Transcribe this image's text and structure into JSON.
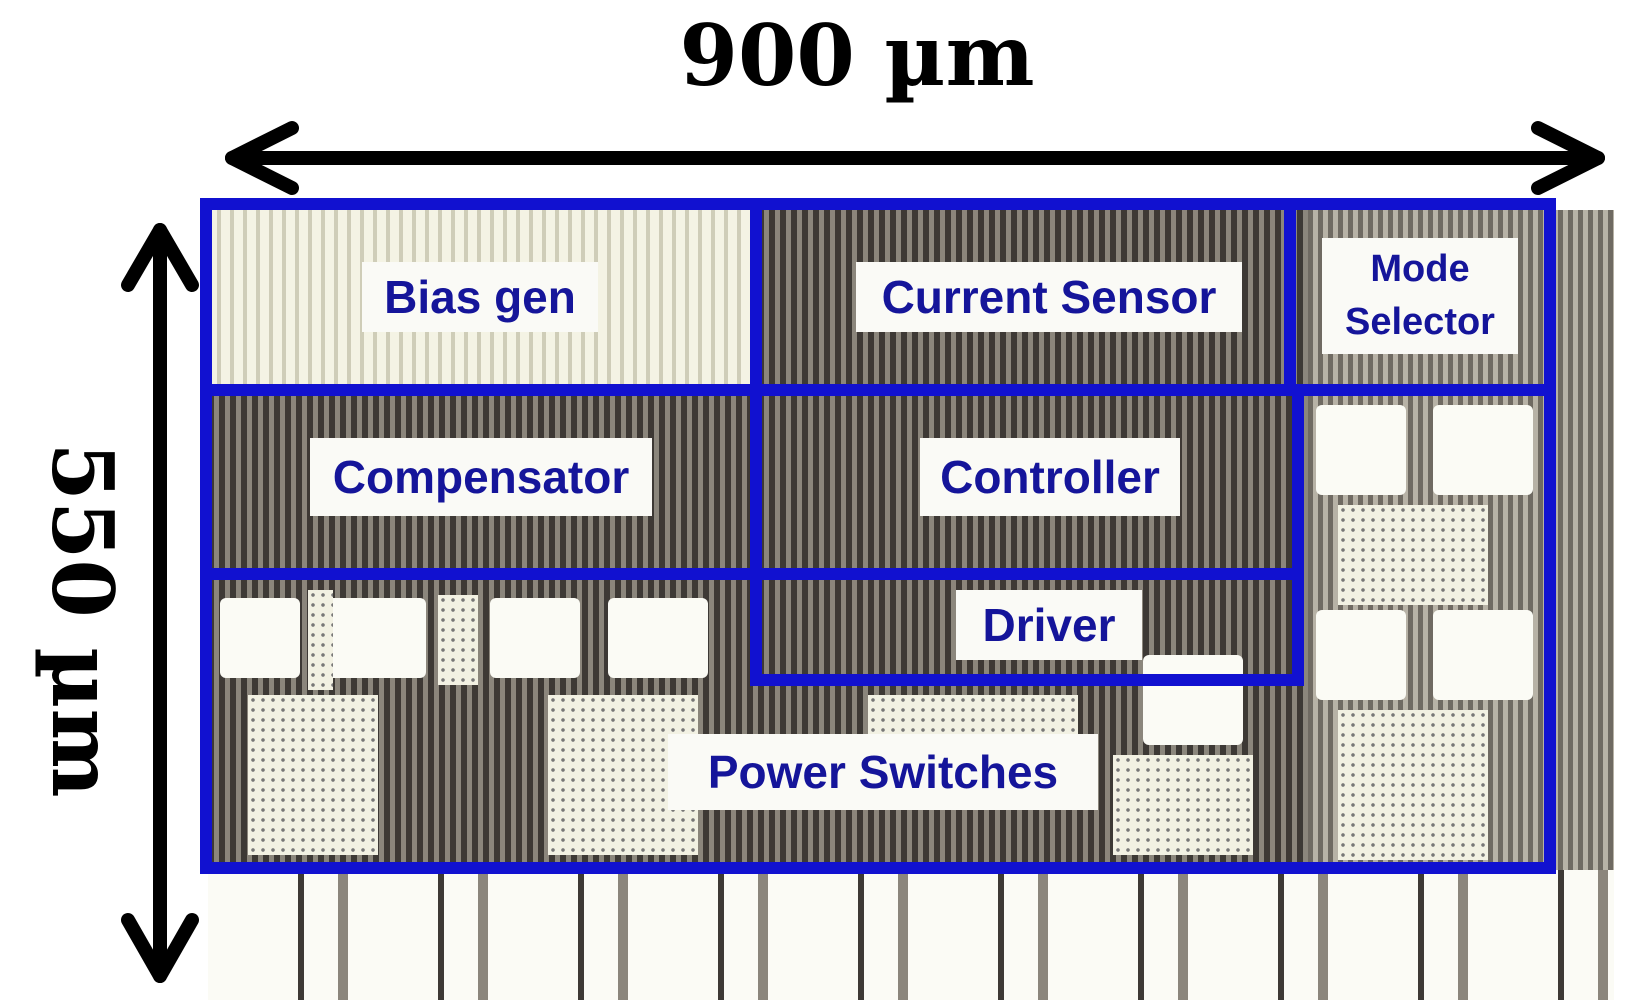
{
  "dimensions": {
    "width": "900 µm",
    "height": "550 µm"
  },
  "blocks": [
    {
      "label": "Bias gen"
    },
    {
      "label": "Current Sensor"
    },
    {
      "label": "Mode Selector"
    },
    {
      "label": "Compensator"
    },
    {
      "label": "Controller"
    },
    {
      "label": "Driver"
    },
    {
      "label": "Power Switches"
    }
  ],
  "colors": {
    "block_outline": "#1111d0",
    "label_text": "#15159a",
    "label_background": "#fafaf6",
    "dimension_arrows": "#000000"
  }
}
